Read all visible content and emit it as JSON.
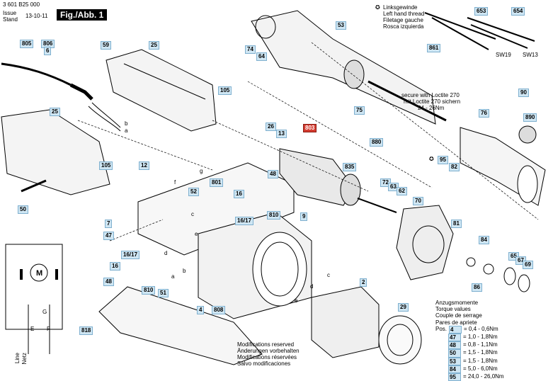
{
  "header": {
    "part_no": "3 601 B25 000",
    "issue_label": "Issue",
    "stand_label": "Stand",
    "date": "13-10-11",
    "figure": "Fig./Abb. 1"
  },
  "parts": [
    "805",
    "806",
    "6",
    "59",
    "25",
    "105",
    "25",
    "105",
    "50",
    "653",
    "654",
    "SW19",
    "SW13",
    "53",
    "74",
    "64",
    "861",
    "75",
    "880",
    "90",
    "890",
    "76",
    "95",
    "82",
    "803",
    "835",
    "26",
    "13",
    "12",
    "801",
    "48",
    "52",
    "16",
    "810",
    "16/17",
    "9",
    "72",
    "63",
    "62",
    "70",
    "81",
    "84",
    "65",
    "67",
    "69",
    "86",
    "7",
    "47",
    "16/17",
    "16",
    "48",
    "810",
    "51",
    "4",
    "808",
    "2",
    "29",
    "818"
  ],
  "letters": [
    "b",
    "a",
    "g",
    "f",
    "c",
    "e",
    "d",
    "b",
    "a",
    "d",
    "c",
    "e"
  ],
  "notes": {
    "thread": [
      "Linksgewinde",
      "Left hand thread",
      "Filetage gauche",
      "Rosca izquierda"
    ],
    "loctite": [
      "secure with Loctite 270",
      "mit Loctite 270 sichern",
      "24 - 26Nm"
    ],
    "modifications": [
      "Modifications reserved",
      "Änderungen vorbehalten",
      "Modifications réservées",
      "Salvo modificaciones"
    ]
  },
  "torque": {
    "titles": [
      "Anzugsmomente",
      "Torque values",
      "Couple de serrage",
      "Pares de apriete"
    ],
    "pos_label": "Pos.",
    "rows": [
      {
        "pos": "4",
        "val": "= 0,4 - 0,6Nm"
      },
      {
        "pos": "47",
        "val": "= 1,0 - 1,8Nm"
      },
      {
        "pos": "48",
        "val": "= 0,8 - 1,1Nm"
      },
      {
        "pos": "50",
        "val": "= 1,5 - 1,8Nm"
      },
      {
        "pos": "53",
        "val": "= 1,5 - 1,8Nm"
      },
      {
        "pos": "84",
        "val": "= 5,0 - 6,0Nm"
      },
      {
        "pos": "95",
        "val": "= 24,0 - 26,0Nm"
      }
    ]
  },
  "schematic": {
    "motor": "M",
    "labels": [
      "G",
      "F",
      "E"
    ],
    "side": [
      "Line",
      "Netz"
    ]
  }
}
